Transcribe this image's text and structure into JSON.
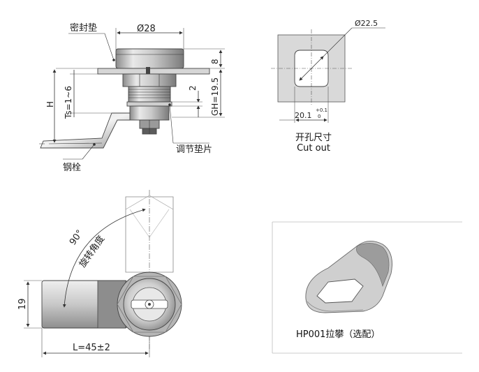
{
  "side_view": {
    "dia_top": "Ø28",
    "label_gasket": "密封垫",
    "label_adjust_washer": "调节垫片",
    "label_steel_latch": "钢栓",
    "dim_h": "H",
    "dim_ts": "Ts=1~6",
    "dim_8": "8",
    "dim_gh": "GH=19.5",
    "dim_2": "2"
  },
  "cutout": {
    "dia": "Ø22.5",
    "width": "20.1",
    "tol_upper": "+0.1",
    "tol_lower": "0",
    "caption_cn": "开孔尺寸",
    "caption_en": "Cut out"
  },
  "front_view": {
    "angle": "90°",
    "angle_label": "旋转角度",
    "dim_19": "19",
    "dim_length": "L=45±2"
  },
  "accessory": {
    "caption": "HP001拉攀（选配）"
  },
  "colors": {
    "line": "#333333",
    "metal_light": "#e6e6e6",
    "metal_mid": "#b9b9b9",
    "metal_dark": "#7d7d7d",
    "panel_gray": "#d9d9d9"
  }
}
